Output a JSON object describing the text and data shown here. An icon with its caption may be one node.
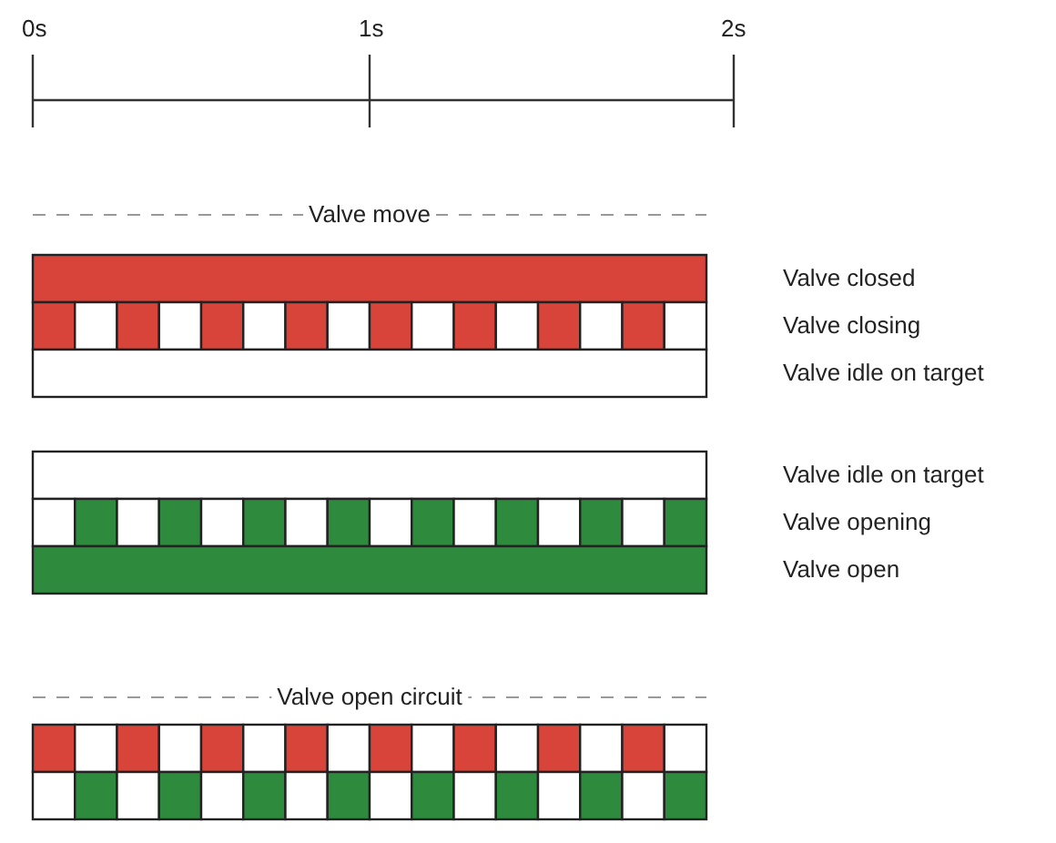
{
  "diagram": {
    "labels": [
      "0s",
      "1s",
      "2s",
      "Valve move",
      "Valve closed",
      "Valve closing",
      "Valve idle on target",
      "Valve idle on target",
      "Valve opening",
      "Valve open",
      "Valve open circuit"
    ]
  }
}
